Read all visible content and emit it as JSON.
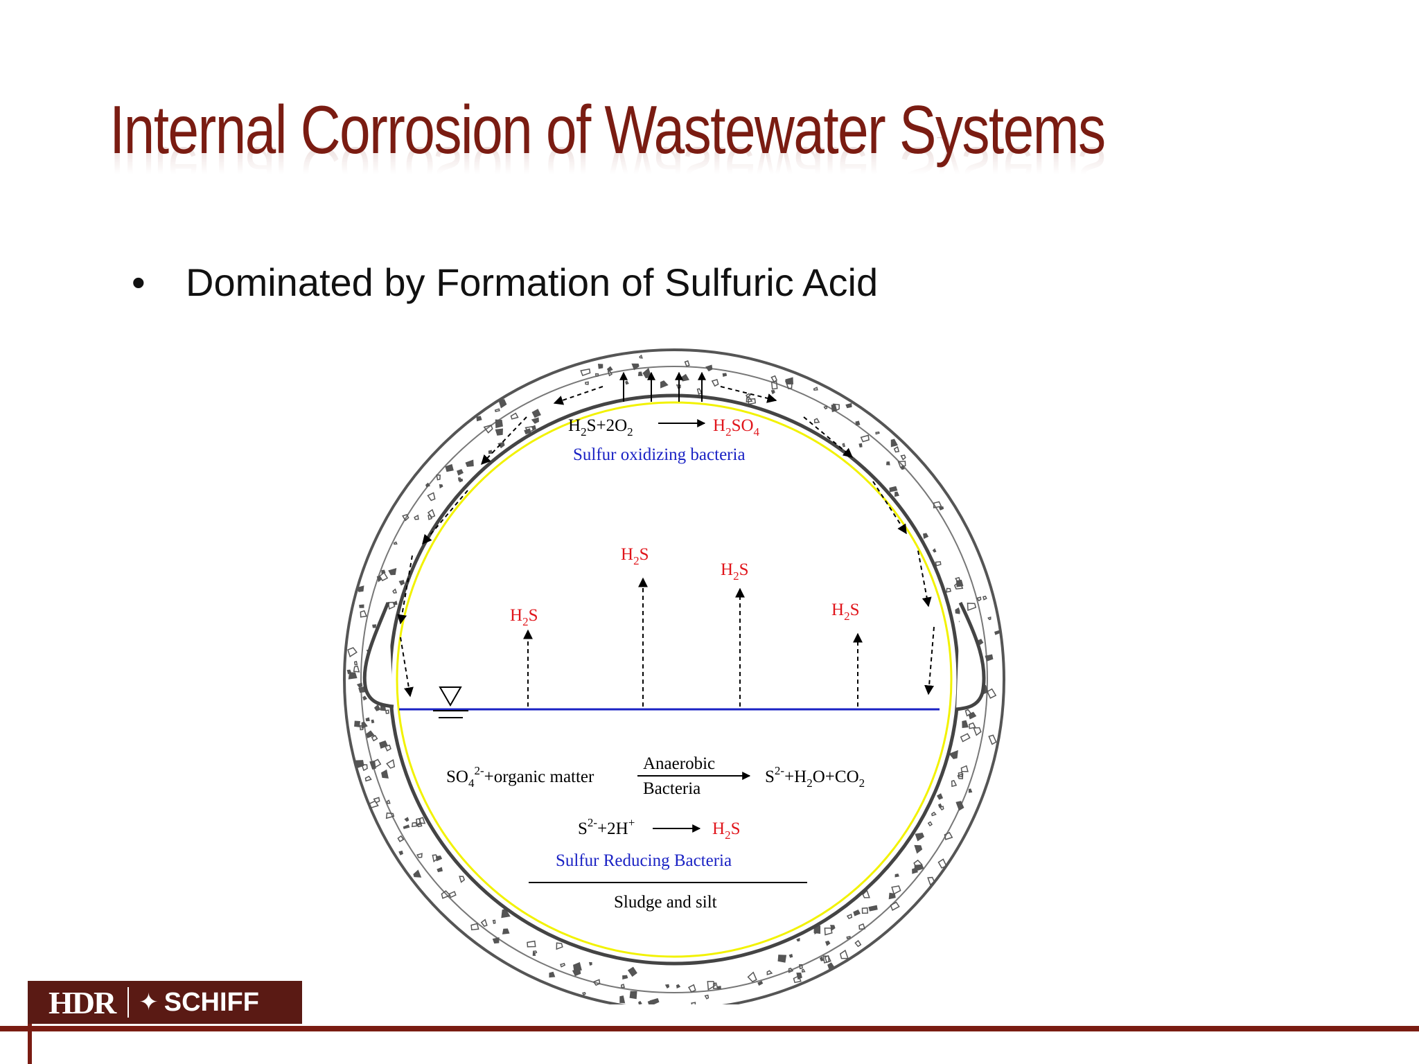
{
  "slide": {
    "title": "Internal Corrosion of Wastewater Systems",
    "bullets": [
      "Dominated by Formation of Sulfuric Acid"
    ]
  },
  "diagram": {
    "oxidation_reaction": {
      "left": "H",
      "left_sub1": "2",
      "left_mid": "S+2O",
      "left_sub2": "2",
      "product": "H",
      "product_sub1": "2",
      "product_mid": "SO",
      "product_sub2": "4"
    },
    "oxidizing_label": "Sulfur oxidizing bacteria",
    "h2s_labels": [
      {
        "main": "H",
        "sub": "2",
        "tail": "S"
      },
      {
        "main": "H",
        "sub": "2",
        "tail": "S"
      },
      {
        "main": "H",
        "sub": "2",
        "tail": "S"
      },
      {
        "main": "H",
        "sub": "2",
        "tail": "S"
      }
    ],
    "reduction_reaction_1": {
      "left": "SO",
      "left_sub": "4",
      "left_sup": "2-",
      "left_tail": "+organic matter",
      "above_arrow": "Anaerobic",
      "below_arrow": "Bacteria",
      "right": "S",
      "right_sup": "2-",
      "right_mid": "+H",
      "right_sub1": "2",
      "right_mid2": "O+CO",
      "right_sub2": "2"
    },
    "reduction_reaction_2": {
      "left": "S",
      "left_sup": "2-",
      "left_mid": "+2H",
      "left_sup2": "+",
      "product": "H",
      "product_sub": "2",
      "product_tail": "S"
    },
    "reducing_label": "Sulfur Reducing Bacteria",
    "sludge_label": "Sludge and silt",
    "colors": {
      "red": "#e0151b",
      "blue": "#1a22c4",
      "yellow": "#f2f200",
      "water": "#1a22c4",
      "pipe": "#555555"
    }
  },
  "logo": {
    "left": "HDR",
    "right": "SCHIFF",
    "mark_icon": "schiff-emblem-icon"
  },
  "theme": {
    "accent": "#7a1c12"
  }
}
